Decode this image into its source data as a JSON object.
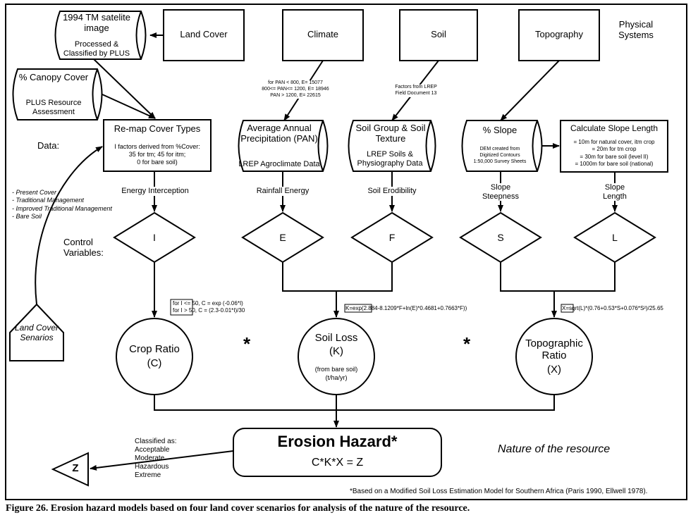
{
  "physical_systems": "Physical Systems",
  "satellite": {
    "title": "1994 TM satelite image",
    "sub": "Processed & Classified by PLUS"
  },
  "canopy": {
    "title": "% Canopy Cover",
    "sub": "PLUS Resource Assessment"
  },
  "top_boxes": {
    "land_cover": "Land Cover",
    "climate": "Climate",
    "soil": "Soil",
    "topography": "Topography"
  },
  "climate_factors": [
    "for PAN < 800, E= 15077",
    "800<= PAN<= 1200, E= 18946",
    "PAN > 1200, E= 22615"
  ],
  "soil_factors": [
    "Factors from LREP",
    "Field Document 13"
  ],
  "data_label": "Data:",
  "remap": {
    "title": "Re-map Cover Types",
    "body": [
      "I factors derived from %Cover:",
      "35 for tm; 45 for itm;",
      "0 for bare soil)"
    ]
  },
  "precip": {
    "title": "Average Annual Precipitation (PAN)",
    "sub": "LREP Agroclimate Data"
  },
  "soilgroup": {
    "title": "Soil Group & Soil Texture",
    "sub": "LREP Soils & Physiography Data"
  },
  "slope": {
    "title": "% Slope",
    "sub": [
      "DEM created from",
      "Digitized Contours",
      "1:50,000 Survey Sheets"
    ]
  },
  "slopelen": {
    "title": "Calculate Slope Length",
    "body": [
      "= 10m for natural cover, itm crop",
      "= 20m for tm crop",
      "= 30m for bare soil (level II)",
      "= 1000m for bare soil (national)"
    ]
  },
  "scenarios": [
    "- Present Cover",
    "- Traditional Management",
    "- Improved Traditional Management",
    "- Bare Soil"
  ],
  "flow_labels": {
    "energy": "Energy Interception",
    "rainfall": "Rainfall Energy",
    "erodibility": "Soil Erodibility",
    "steepness": "Slope Steepness",
    "length": "Slope Length"
  },
  "control_variables": "Control Variables:",
  "variables": {
    "i": "I",
    "e": "E",
    "f": "F",
    "s": "S",
    "l": "L"
  },
  "land_cover_scenarios": "Land Cover Senarios",
  "formulas": {
    "crop": [
      "for I <= 50, C = exp (-0.06*I)",
      "for I > 50, C = (2.3-0.01*I)/30"
    ],
    "soil": "K=exp(2.884-8.1209*F+ln(E)*0.4681+0.7663*F))",
    "topo": "X=sqrt(L)*(0.76+0.53*S+0.076*S²)/25.65"
  },
  "circles": {
    "crop": {
      "title": "Crop Ratio",
      "sym": "(C)"
    },
    "soilloss": {
      "title": "Soil Loss",
      "sym": "(K)",
      "sub": "(from bare soil)",
      "unit": "(t/ha/yr)"
    },
    "topo": {
      "title": "Topographic Ratio",
      "sym": "(X)"
    }
  },
  "multiply": "*",
  "hazard": {
    "title": "Erosion Hazard*",
    "formula": "C*K*X = Z"
  },
  "classified": {
    "heading": "Classified as:",
    "classes": [
      "Acceptable",
      "Moderate",
      "Hazardous",
      "Extreme"
    ]
  },
  "z_label": "Z",
  "nature": "Nature of the resource",
  "footnote": "*Based on a Modified Soil Loss Estimation Model for Southern Africa (Paris 1990, Ellwell 1978).",
  "caption": "Figure 26. Erosion hazard models based on four land cover scenarios for analysis of the nature of the resource."
}
